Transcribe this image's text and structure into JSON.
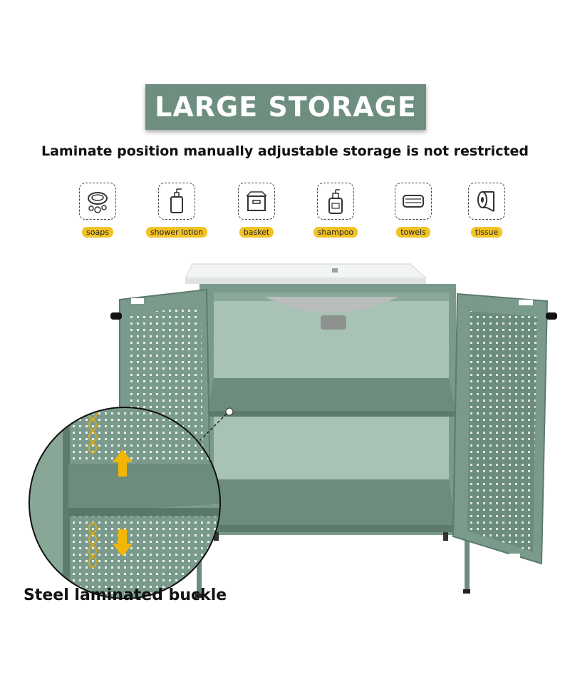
{
  "header": {
    "title": "LARGE STORAGE",
    "subtitle": "Laminate position manually adjustable storage is not restricted"
  },
  "icons": [
    {
      "label": "soaps",
      "icon": "soap-icon"
    },
    {
      "label": "shower lotion",
      "icon": "lotion-bottle-icon"
    },
    {
      "label": "basket",
      "icon": "basket-icon"
    },
    {
      "label": "shampoo",
      "icon": "shampoo-bottle-icon"
    },
    {
      "label": "towels",
      "icon": "towel-icon"
    },
    {
      "label": "tissue",
      "icon": "tissue-roll-icon"
    }
  ],
  "caption": "Steel laminated buckle",
  "colors": {
    "banner": "#6e8f80",
    "cabinet": "#7a9b8c",
    "label_highlight": "#f2c326",
    "arrow": "#f2b705"
  }
}
